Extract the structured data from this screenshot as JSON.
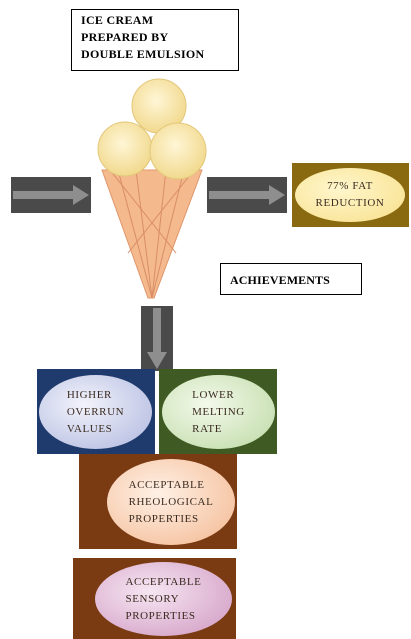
{
  "title": {
    "text": "ICE CREAM\nPREPARED BY\nDOUBLE EMULSION"
  },
  "achievements": {
    "text": "ACHIEVEMENTS"
  },
  "fat": {
    "text": "77% FAT\nREDUCTION"
  },
  "overrun": {
    "text": "HIGHER\nOVERRUN\nVALUES"
  },
  "melting": {
    "text": "LOWER\nMELTING\nRATE"
  },
  "rheological": {
    "text": "ACCEPTABLE\nRHEOLOGICAL\nPROPERTIES"
  },
  "sensory": {
    "text": "ACCEPTABLE\nSENSORY\nPROPERTIES"
  },
  "colors": {
    "scoop": "#f6e3a4",
    "cone": "#f4b98c",
    "arrow": "#4a4a4a",
    "fat_panel": "#8a6a10",
    "overrun_panel": "#1f3b6e",
    "melting_panel": "#3f5a22",
    "rheo_panel": "#7a3a12",
    "sensory_panel": "#7a3a12"
  }
}
